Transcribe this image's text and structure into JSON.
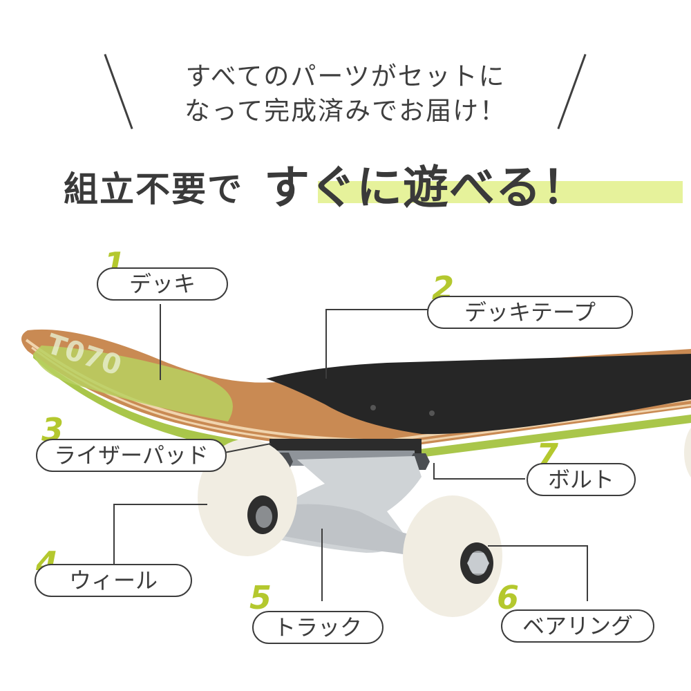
{
  "intro": {
    "line1": "すべてのパーツがセットに",
    "line2": "なって完成済みでお届け！"
  },
  "headline": {
    "prefix": "組立不要で",
    "emphasis": "すぐに遊べる！",
    "highlight_color": "#e6f29b"
  },
  "deck_print": "T070",
  "parts": [
    {
      "number": "1",
      "label": "デッキ"
    },
    {
      "number": "2",
      "label": "デッキテープ"
    },
    {
      "number": "3",
      "label": "ライザーパッド"
    },
    {
      "number": "4",
      "label": "ウィール"
    },
    {
      "number": "5",
      "label": "トラック"
    },
    {
      "number": "6",
      "label": "ベアリング"
    },
    {
      "number": "7",
      "label": "ボルト"
    }
  ],
  "colors": {
    "accent_number": "#b4c82e",
    "text": "#3c3c3c",
    "deck_green": "#a9c64a",
    "griptape": "#262626",
    "bushing": "#c4404e"
  }
}
